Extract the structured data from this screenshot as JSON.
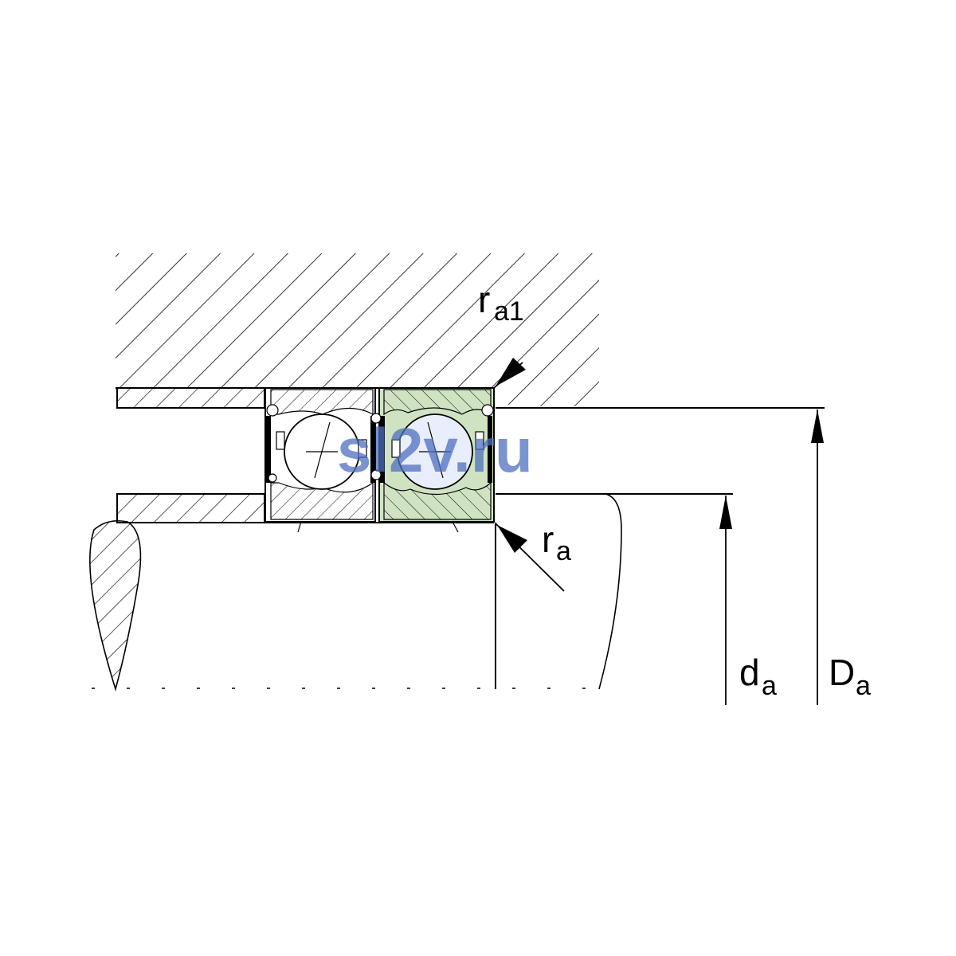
{
  "labels": {
    "ra1_main": "r",
    "ra1_sub": "a1",
    "ra_main": "r",
    "ra_sub": "a",
    "da_main": "d",
    "da_sub": "a",
    "Da_main": "D",
    "Da_sub": "a"
  },
  "watermark": "sl2v.ru",
  "colors": {
    "line": "#000000",
    "highlight": "#cfe3c2",
    "watermark": "#4f6fbf"
  }
}
